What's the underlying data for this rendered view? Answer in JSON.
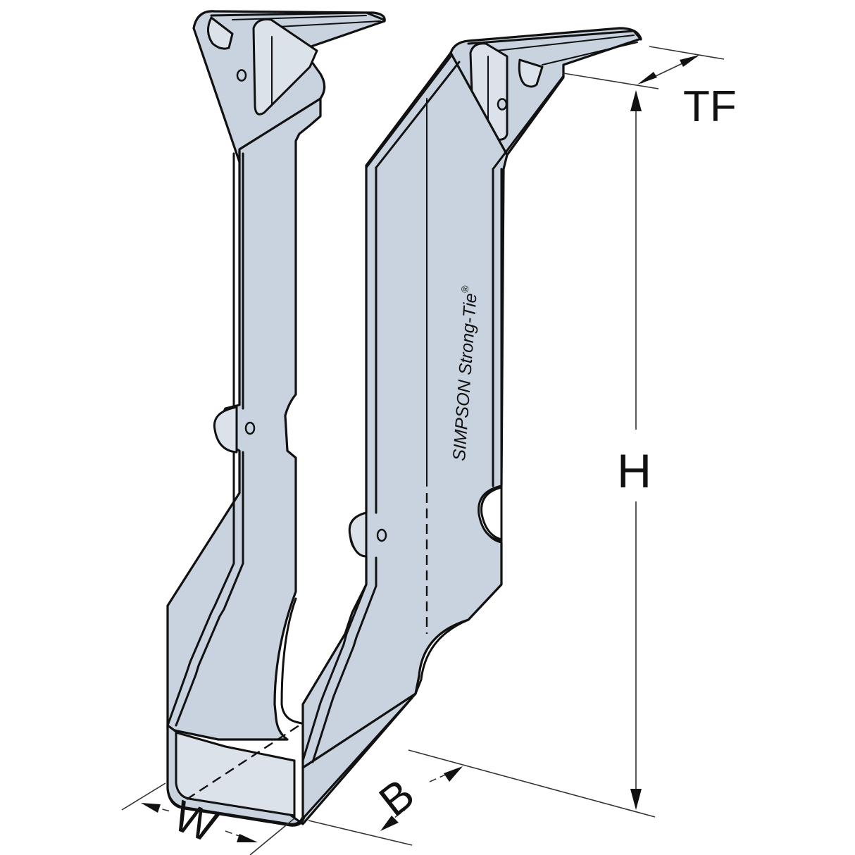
{
  "figure": {
    "subject": "Face-mount I-joist hanger (top flange)",
    "brand_mark": "SIMPSON Strong-Tie",
    "brand_registered": "®",
    "metal_color": "#c9d3df",
    "outline_color": "#111111",
    "background": "#ffffff"
  },
  "dimensions": {
    "top_flange": {
      "label": "TF"
    },
    "height": {
      "label": "H"
    },
    "width": {
      "label": "W"
    },
    "bearing": {
      "label": "B"
    }
  }
}
